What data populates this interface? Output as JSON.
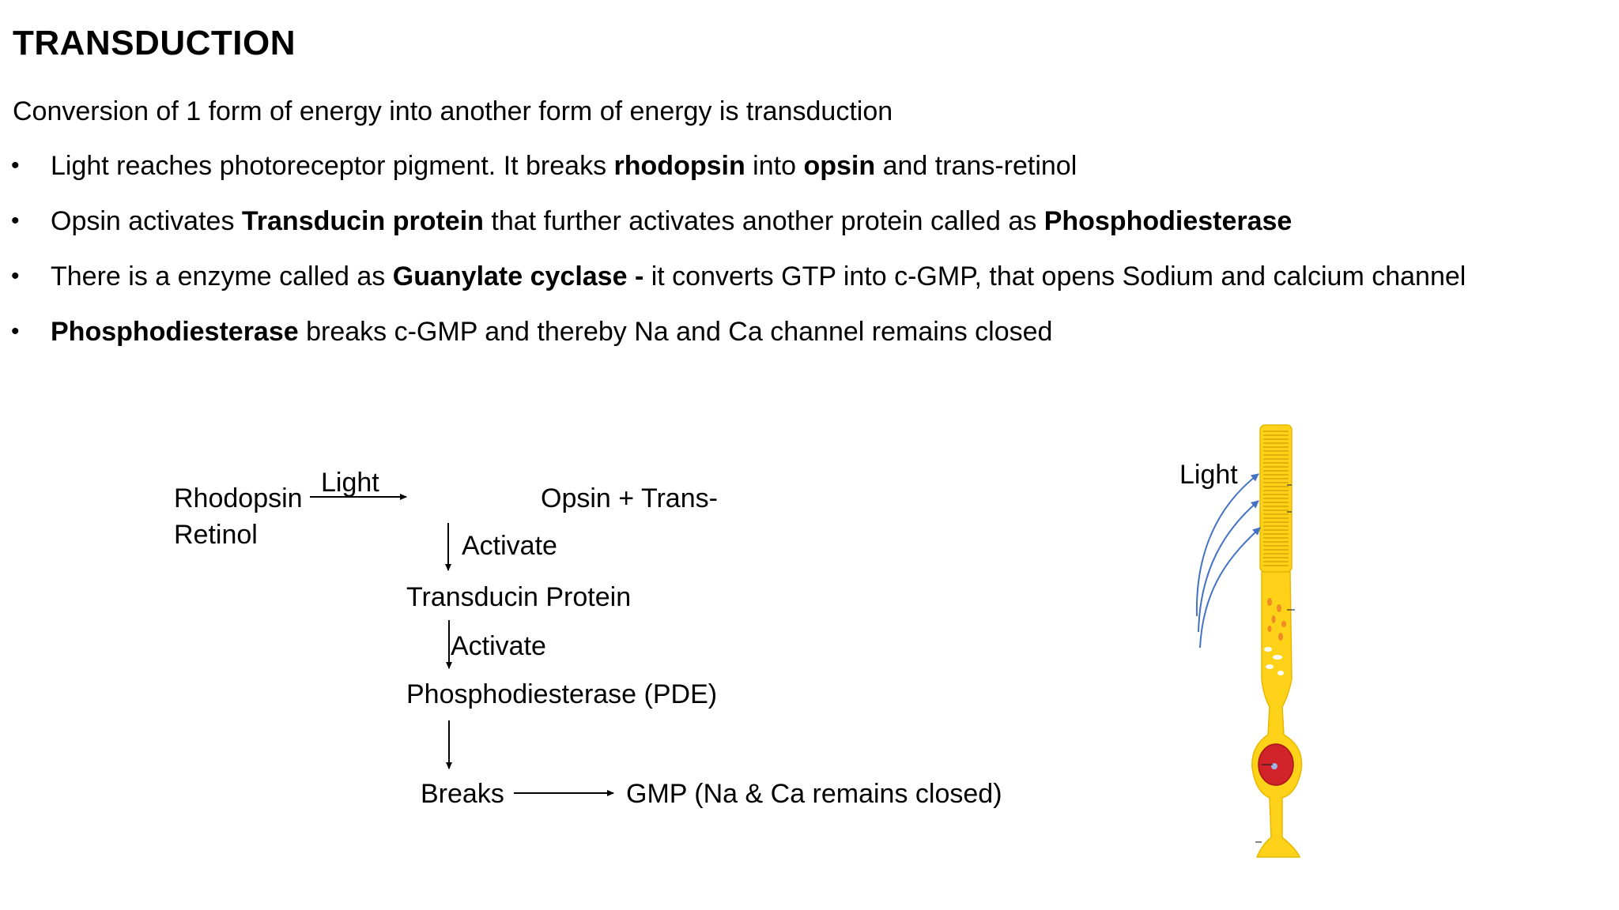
{
  "title": "TRANSDUCTION",
  "intro": "Conversion of 1 form of energy into another form of energy is transduction",
  "bullets": [
    {
      "parts": [
        {
          "t": "Light reaches photoreceptor pigment. It breaks ",
          "b": false
        },
        {
          "t": "rhodopsin",
          "b": true
        },
        {
          "t": " into ",
          "b": false
        },
        {
          "t": "opsin",
          "b": true
        },
        {
          "t": " and trans-retinol",
          "b": false
        }
      ]
    },
    {
      "parts": [
        {
          "t": "Opsin activates ",
          "b": false
        },
        {
          "t": "Transducin protein",
          "b": true
        },
        {
          "t": " that further activates another protein called as ",
          "b": false
        },
        {
          "t": "Phosphodiesterase",
          "b": true
        }
      ]
    },
    {
      "parts": [
        {
          "t": "There is a enzyme called as ",
          "b": false
        },
        {
          "t": "Guanylate cyclase -",
          "b": true
        },
        {
          "t": " it converts GTP into c-GMP, that opens Sodium and calcium channel",
          "b": false
        }
      ]
    },
    {
      "parts": [
        {
          "t": "Phosphodiesterase",
          "b": true
        },
        {
          "t": " breaks c-GMP and thereby Na and Ca channel remains closed",
          "b": false
        }
      ]
    }
  ],
  "bullet_glyph": "•",
  "flow": {
    "rhodopsin": "Rhodopsin",
    "retinol": "Retinol",
    "light": "Light",
    "opsin": "Opsin + Trans-",
    "activate1": "Activate",
    "transducin": "Transducin Protein",
    "activate2": "Activate",
    "pde": "Phosphodiesterase (PDE)",
    "breaks": "Breaks",
    "gmp": "GMP (Na & Ca remains closed)"
  },
  "diagram": {
    "light_label": "Light",
    "cell_color": "#FFD21A",
    "nucleus_color": "#D2232A",
    "ray_color": "#4472C4"
  }
}
